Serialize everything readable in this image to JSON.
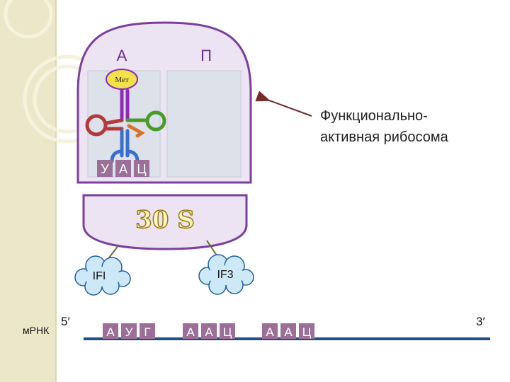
{
  "ribosome": {
    "site_a": "А",
    "site_p": "П",
    "subunit": "30 S",
    "anticodon": [
      "У",
      "А",
      "Ц"
    ],
    "amino_acid": "Мет",
    "factor_left": "IFI",
    "factor_right": "IF3"
  },
  "annotation": {
    "line1": "Функционально-",
    "line2": "активная рибосома"
  },
  "mrna": {
    "label": "мРНК",
    "five_prime": "5′",
    "three_prime": "3′",
    "codons": [
      [
        "А",
        "У",
        "Г"
      ],
      [
        "А",
        "А",
        "Ц"
      ],
      [
        "А",
        "А",
        "Ц"
      ]
    ]
  },
  "colors": {
    "ribosome_fill": "#ece3f3",
    "ribosome_stroke": "#7b3f9e",
    "site_fill": "#dde1ea",
    "letter_box": "#9b6f97",
    "cloud_fill": "#cde8f6",
    "cloud_stroke": "#1f5fa8",
    "mrna_line": "#1f4e8c",
    "aa_fill": "#f2e14a",
    "trna_purple": "#8e2bb8",
    "trna_green": "#4a9a2a",
    "trna_red": "#b33a3a",
    "trna_orange": "#d9722a",
    "trna_blue": "#3a6fd0"
  }
}
